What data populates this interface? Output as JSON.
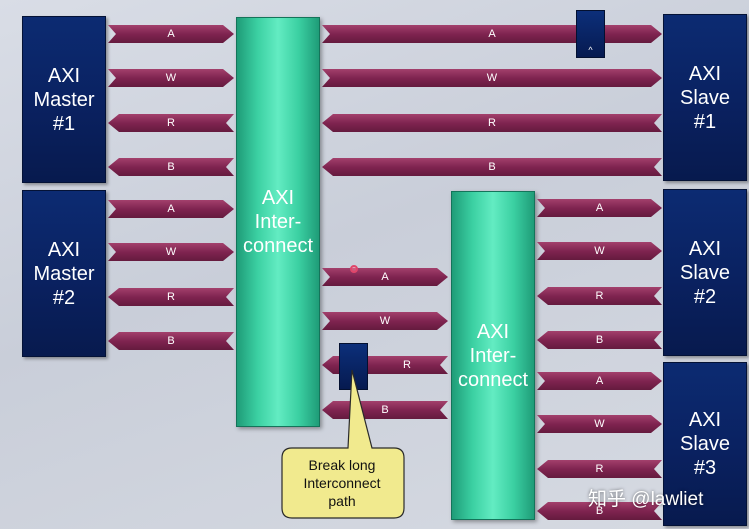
{
  "masters": [
    {
      "lines": "AXI\nMaster\n#1"
    },
    {
      "lines": "AXI\nMaster\n#2"
    }
  ],
  "slaves": [
    {
      "lines": "AXI\nSlave\n#1"
    },
    {
      "lines": "AXI\nSlave\n#2"
    },
    {
      "lines": "AXI\nSlave\n#3"
    }
  ],
  "interconnects": [
    {
      "lines": "AXI\nInter-\nconnect"
    },
    {
      "lines": "AXI\nInter-\nconnect"
    }
  ],
  "channels": [
    {
      "group": "m1",
      "label": "A",
      "direction": "right"
    },
    {
      "group": "m1",
      "label": "W",
      "direction": "right"
    },
    {
      "group": "m1",
      "label": "R",
      "direction": "left"
    },
    {
      "group": "m1",
      "label": "B",
      "direction": "left"
    },
    {
      "group": "m2",
      "label": "A",
      "direction": "right"
    },
    {
      "group": "m2",
      "label": "W",
      "direction": "right"
    },
    {
      "group": "m2",
      "label": "R",
      "direction": "left"
    },
    {
      "group": "m2",
      "label": "B",
      "direction": "left"
    },
    {
      "group": "s1",
      "label": "A",
      "direction": "right"
    },
    {
      "group": "s1",
      "label": "W",
      "direction": "right"
    },
    {
      "group": "s1",
      "label": "R",
      "direction": "left"
    },
    {
      "group": "s1",
      "label": "B",
      "direction": "left"
    },
    {
      "group": "bridge",
      "label": "A",
      "direction": "right"
    },
    {
      "group": "bridge",
      "label": "W",
      "direction": "right"
    },
    {
      "group": "bridge",
      "label": "R",
      "direction": "left"
    },
    {
      "group": "bridge",
      "label": "B",
      "direction": "left"
    },
    {
      "group": "s2",
      "label": "A",
      "direction": "right"
    },
    {
      "group": "s2",
      "label": "W",
      "direction": "right"
    },
    {
      "group": "s2",
      "label": "R",
      "direction": "left"
    },
    {
      "group": "s2",
      "label": "B",
      "direction": "left"
    },
    {
      "group": "s3",
      "label": "A",
      "direction": "right"
    },
    {
      "group": "s3",
      "label": "W",
      "direction": "right"
    },
    {
      "group": "s3",
      "label": "R",
      "direction": "left"
    },
    {
      "group": "s3",
      "label": "B",
      "direction": "left"
    }
  ],
  "register_slices": [
    {
      "name": "register-slice-a-channel",
      "caret": "^"
    },
    {
      "name": "register-slice-r-channel",
      "caret": ""
    }
  ],
  "callout": {
    "text": "Break long\nInterconnect\npath"
  },
  "watermark": "知乎 @lawliet",
  "colors": {
    "block_dark": "#0a2160",
    "interconnect": "#3bd0a2",
    "signal": "#7f2450",
    "callout": "#f1ea8e"
  }
}
